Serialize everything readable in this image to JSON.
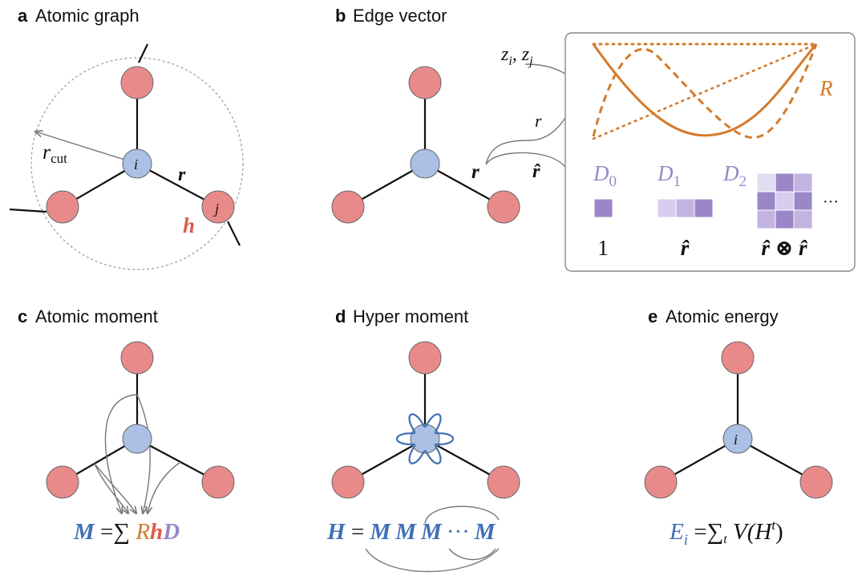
{
  "colors": {
    "neighbor_node": "#e98a8a",
    "center_node": "#aac0e4",
    "radial_orange": "#d47b2c",
    "tensor_purple": "#9b86c8",
    "moment_blue": "#3f6fb5",
    "hidden_red": "#de5c4a"
  },
  "panel_a": {
    "letter": "a",
    "title": "Atomic graph",
    "label_rcut_main": "r",
    "label_rcut_sub": "cut",
    "label_i": "i",
    "label_j": "j",
    "label_r": "r",
    "label_h": "h"
  },
  "panel_b": {
    "letter": "b",
    "title": "Edge vector",
    "label_z": "z",
    "label_zi_sub": "i",
    "label_comma": ",",
    "label_zj_sub": "j",
    "label_r_small": "r",
    "label_r_edge": "r",
    "label_rhat": "r̂",
    "label_R": "R",
    "D": "D",
    "D0_sub": "0",
    "D1_sub": "1",
    "D2_sub": "2",
    "ellipsis": "···",
    "tensor_labels": [
      "1",
      "r̂",
      "r̂ ⊗ r̂"
    ]
  },
  "panel_c": {
    "letter": "c",
    "title": "Atomic moment",
    "eq_M": "M",
    "eq_eq": " =∑ ",
    "eq_R": "R",
    "eq_h": "h",
    "eq_D": "D"
  },
  "panel_d": {
    "letter": "d",
    "title": "Hyper moment",
    "eq_H": "H",
    "eq_eq": " = ",
    "eq_M1": "M",
    "eq_M2": "M",
    "eq_M3": "M",
    "eq_dots": "···",
    "eq_M4": "M"
  },
  "panel_e": {
    "letter": "e",
    "title": "Atomic energy",
    "label_i": "i",
    "eq_E": "E",
    "eq_E_sub": "i",
    "eq_eq": " =∑",
    "eq_sum_sub": "t",
    "eq_V": " V(H",
    "eq_t_sup": "t",
    "eq_close": ")"
  }
}
